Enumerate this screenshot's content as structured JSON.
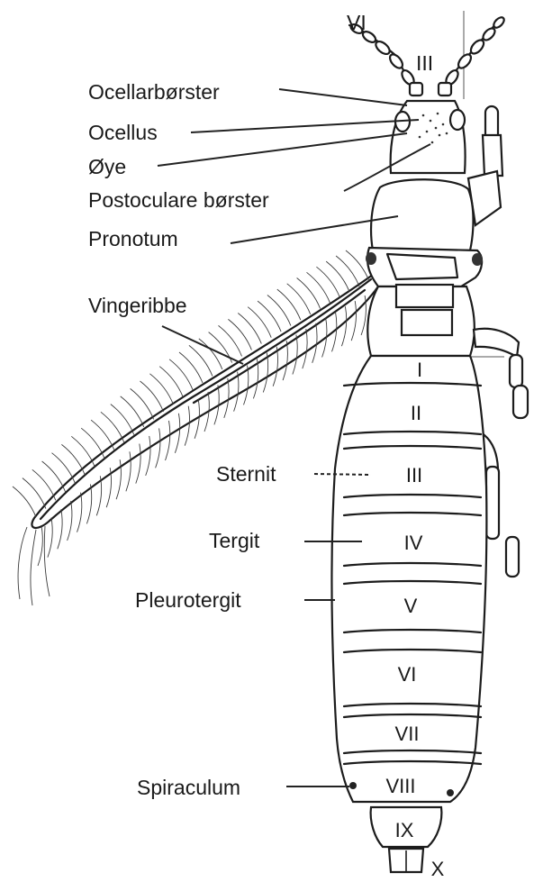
{
  "labels": {
    "ocellar_bristles": "Ocellarbørster",
    "ocellus": "Ocellus",
    "eye": "Øye",
    "postocular_bristles": "Postoculare børster",
    "pronotum": "Pronotum",
    "wing_vein": "Vingeribbe",
    "sternite": "Sternit",
    "tergite": "Tergit",
    "pleurotergite": "Pleurotergit",
    "spiracle": "Spiraculum"
  },
  "antenna_segments": {
    "vi": "VI",
    "iii": "III"
  },
  "abdomen_segments": [
    "I",
    "II",
    "III",
    "IV",
    "V",
    "VI",
    "VII",
    "VIII",
    "IX",
    "X"
  ]
}
